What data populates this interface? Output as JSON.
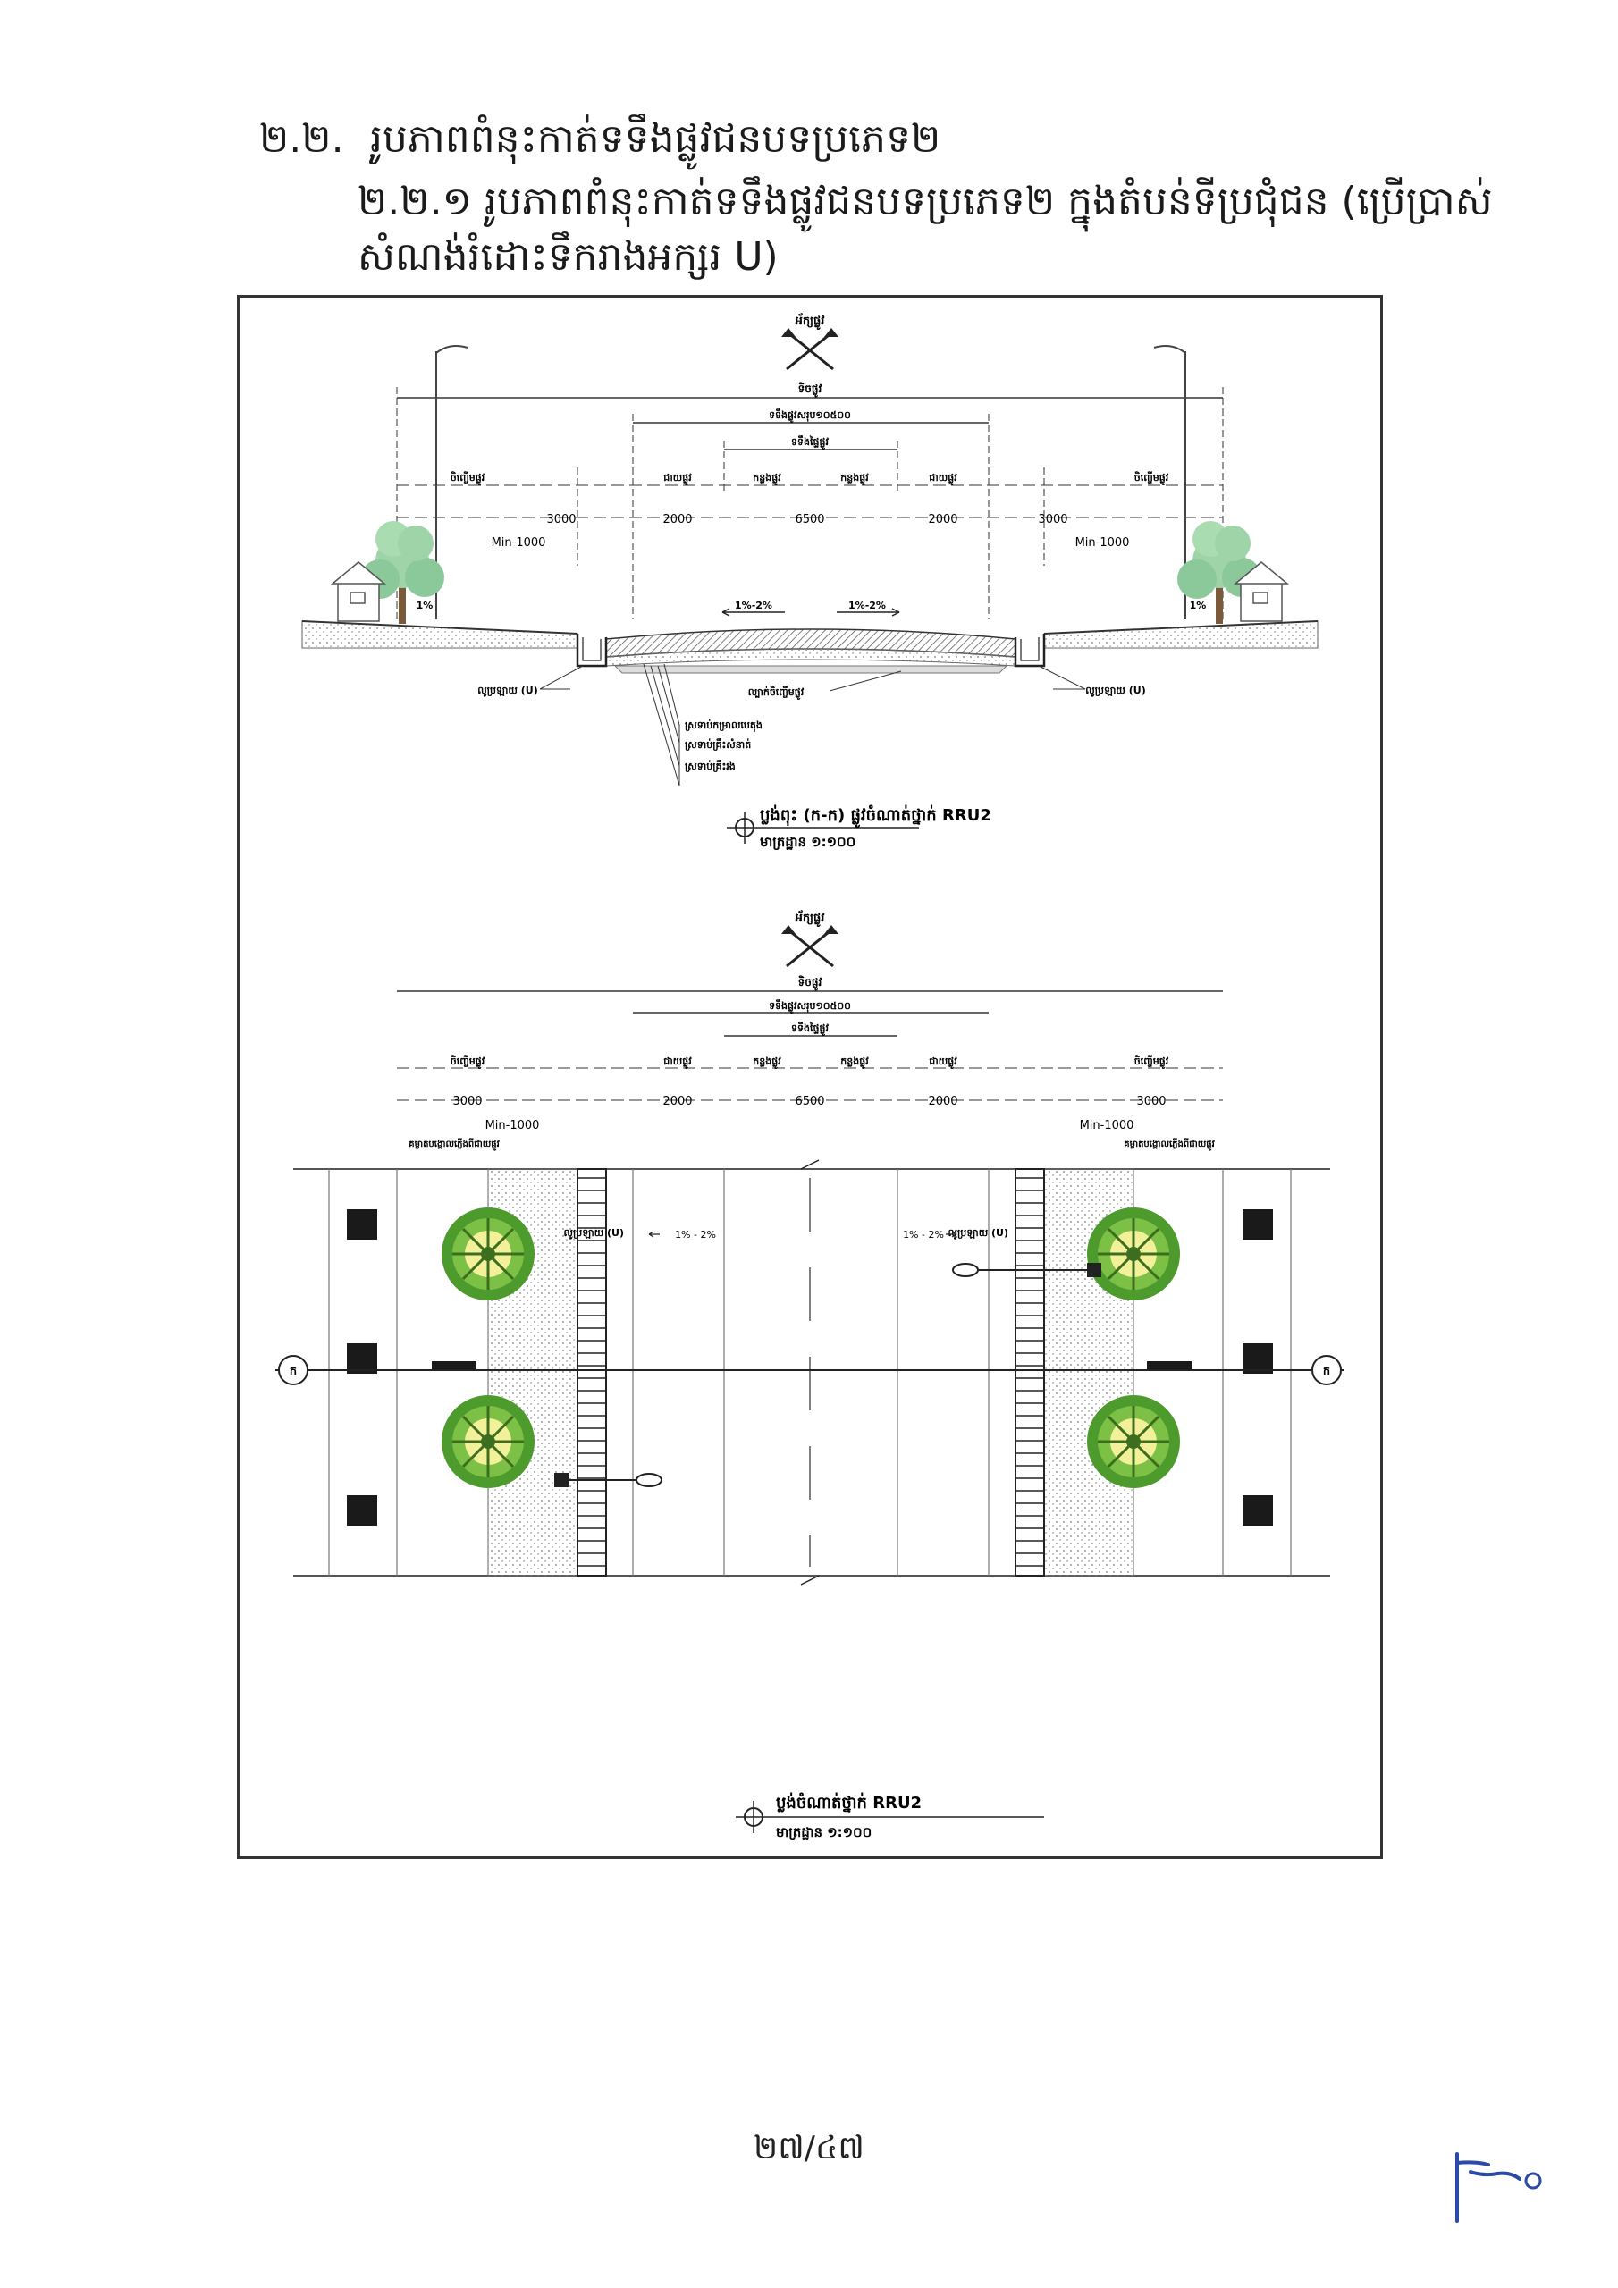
{
  "heading": {
    "number": "២.២.",
    "title": "រូបភាពពំនុះកាត់ទទឹងផ្លូវជនបទប្រភេទ២",
    "sub_title": "២.២.១ រូបភាពពំនុះកាត់ទទឹងផ្លូវជនបទប្រភេទ២ ក្នុងតំបន់ទីប្រជុំជន (ប្រើប្រាស់សំណង់រំដោះទឹករាងអក្សរ U)"
  },
  "section": {
    "axis_label": "អ័ក្សផ្លូវ",
    "row_of_way": "ទិចផ្លូវ",
    "total_width": "ទទឹងផ្លូវសរុប១០៥០០",
    "carriageway_width": "ទទឹងផ្ទៃផ្លូវ",
    "sidewalk": "ចិញ្ចើមផ្លូវ",
    "shoulder": "ជាយផ្លូវ",
    "lane": "កន្លងផ្លូវ",
    "dim_sidewalk": "3000",
    "dim_shoulder": "2000",
    "dim_lanes": "6500",
    "dim_min": "Min-1000",
    "slope_side": "1%",
    "slope_road": "1%-2%",
    "drain_label": "លូប្រឡាយ (U)",
    "base_label": "ស្រទាប់កម្រាលបេតុង",
    "subbase_label": "ស្រទាប់គ្រឹះសំនាត់",
    "subgrade_label": "ស្រទាប់គ្រឹះរង",
    "cut_label": "ល្បាក់ចិញ្ចើមផ្លូវ",
    "caption": "ប្លង់ពុះ (ក-ក) ផ្លូវចំណាត់ថ្នាក់ RRU2",
    "scale": "មាត្រដ្ឋាន ១:១០០"
  },
  "plan": {
    "axis_label": "អ័ក្សផ្លូវ",
    "row_of_way": "ទិចផ្លូវ",
    "total_width": "ទទឹងផ្លូវសរុប១០៥០០",
    "carriageway_width": "ទទឹងផ្ទៃផ្លូវ",
    "sidewalk": "ចិញ្ចើមផ្លូវ",
    "shoulder": "ជាយផ្លូវ",
    "lane": "កន្លងផ្លូវ",
    "dim_sidewalk": "3000",
    "dim_shoulder": "2000",
    "dim_lanes": "6500",
    "dim_min": "Min-1000",
    "light_note": "គម្លាតបង្គោលភ្លើងពីជាយផ្លូវ",
    "drain_label": "លូប្រឡាយ (U)",
    "slope": "1% - 2%",
    "section_marker": "ក",
    "caption": "ប្លង់ចំណាត់ថ្នាក់ RRU2",
    "scale": "មាត្រដ្ឋាន ១:១០០"
  },
  "footer": {
    "page": "២៧/៤៧",
    "initial": "ម."
  },
  "colors": {
    "tree_green": "#6fb53a",
    "tree_light": "#f3f09a",
    "ink": "#2a2a2a"
  }
}
